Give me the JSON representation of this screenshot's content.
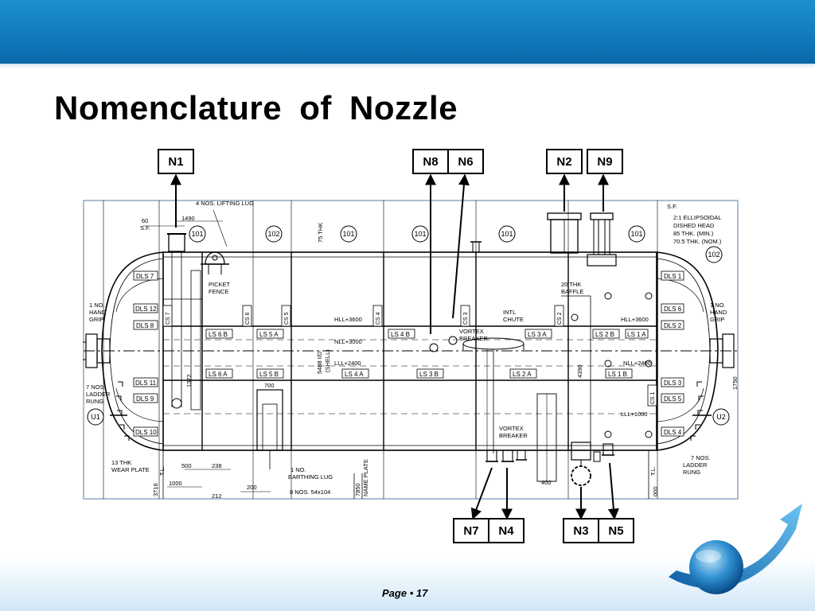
{
  "slide": {
    "title": "Nomenclature  of  Nozzle",
    "page_label": "Page",
    "page_separator": "•",
    "page_number": "17"
  },
  "nozzle_labels": [
    "N1",
    "N8",
    "N6",
    "N2",
    "N9",
    "N7",
    "N4",
    "N3",
    "N5"
  ],
  "drawing": {
    "section_circles": [
      "101",
      "102",
      "101",
      "101",
      "101",
      "101"
    ],
    "head_circle": "102",
    "side_circles": [
      "U1",
      "U2"
    ],
    "dls_left": [
      "DLS 7",
      "DLS 12",
      "DLS 8",
      "DLS 11",
      "DLS 9",
      "DLS 10"
    ],
    "dls_right": [
      "DLS 1",
      "DLS 6",
      "DLS 2",
      "DLS 3",
      "DLS 5",
      "DLS 4"
    ],
    "ls_upper": [
      "LS 6 B",
      "LS 5 A",
      "LS 4 B",
      "LS 3 A",
      "LS 2 B",
      "LS 1 A"
    ],
    "ls_lower": [
      "LS 6 A",
      "LS 5 B",
      "LS 4 A",
      "LS 3 B",
      "LS 2 A",
      "LS 1 B"
    ],
    "cs_tags": [
      "CS 7",
      "CS 6",
      "CS 5",
      "CS 4",
      "CS 3",
      "CS 2",
      "CS 1"
    ],
    "notes": {
      "lifting_lug": "4 NOS. LIFTING LUG",
      "dim_60": "60",
      "sf_left": "S.F.",
      "dim_1490": "1490",
      "thk_75": "75 THK",
      "sf_right": "S.F.",
      "head_note_1": "2:1 ELLIPSOIDAL",
      "head_note_2": "DISHED HEAD",
      "head_note_3": "85 THK. (MIN.)",
      "head_note_4": "70.5 THK. (NOM.)",
      "picket_1": "PICKET",
      "picket_2": "FENCE",
      "hand_grip_left_1": "1 NO.",
      "hand_grip_left_2": "HAND",
      "hand_grip_left_3": "GRIP",
      "hand_grip_right_1": "1 NO.",
      "hand_grip_right_2": "HAND",
      "hand_grip_right_3": "GRIP",
      "baffle_1": "20 THK",
      "baffle_2": "BAFFLE",
      "chute_1": "INTL",
      "chute_2": "CHUTE",
      "vortex_upper_1": "VORTEX",
      "vortex_upper_2": "BREAKER",
      "vortex_lower_1": "VORTEX",
      "vortex_lower_2": "BREAKER",
      "hll_left": "HLL+3600",
      "hll_right": "HLL+3600",
      "nll_left": "NLL+3000",
      "nll_right": "NLL+2400",
      "lll_left": "LLL+2400",
      "lll_right": "LLL+1000",
      "shell_id": "5488 I/D",
      "shell_word": "(SHELL)",
      "dim_4390": "4390",
      "dim_1750": "1750",
      "dim_1372": "1372",
      "dim_700": "700",
      "ladder_left_1": "7 NOS.",
      "ladder_left_2": "LADDER",
      "ladder_left_3": "RUNG",
      "ladder_right_1": "7 NOS.",
      "ladder_right_2": "LADDER",
      "ladder_right_3": "RUNG",
      "wear_plate_1": "13 THK",
      "wear_plate_2": "WEAR PLATE",
      "tl_left": "T.L.",
      "tl_right": "T.L.",
      "dim_500": "500",
      "dim_238": "238",
      "dim_1000": "1000",
      "dim_3716": "3716",
      "dim_212": "212",
      "dim_200": "200",
      "earthing_1": "1 NO.",
      "earthing_2": "EARTHING LUG",
      "nos_54": "8 NOS. 54x104",
      "dim_7850": "7850",
      "name_plate": "NAME PLATE",
      "dim_400": "400",
      "dim_000": "000"
    }
  },
  "colors": {
    "header_blue": "#0f76b9",
    "drawing_frame": "#8fa7c4",
    "line": "#000000"
  }
}
